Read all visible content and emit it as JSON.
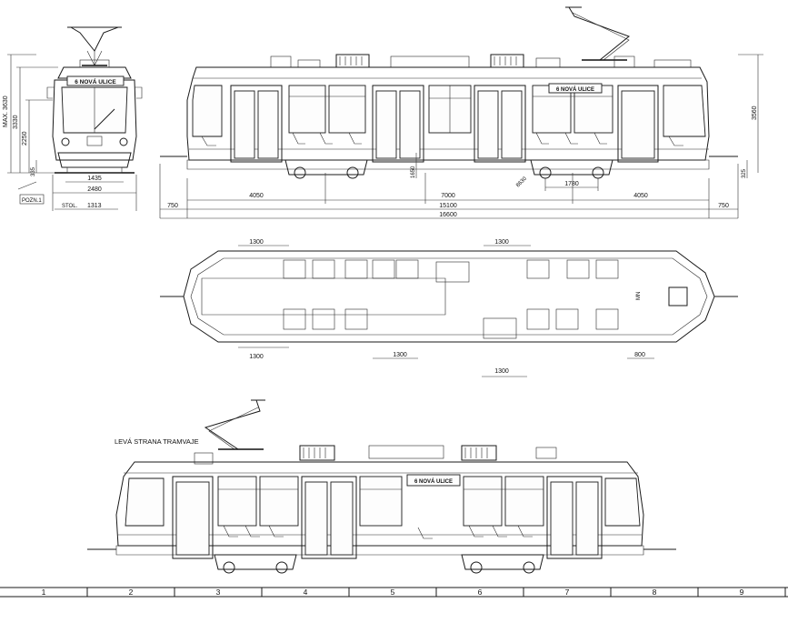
{
  "front_view": {
    "dest_sign": "6 NOVÁ ULICE",
    "dims": {
      "max_height": "MAX. 3630",
      "h3330": "3330",
      "h2250": "2250",
      "h335": "335",
      "w1435": "1435",
      "w2480": "2480",
      "w1313": "1313"
    },
    "label_pozn": "POZN.1",
    "label_stol": "STOL."
  },
  "side_view": {
    "dest_sign": "6 NOVÁ ULICE",
    "dims": {
      "d4050a": "4050",
      "d7000": "7000",
      "d4050b": "4050",
      "d750a": "750",
      "d750b": "750",
      "d15100": "15100",
      "d16600": "16600",
      "d1780": "1780",
      "d3560": "3560",
      "d325": "325",
      "d1650": "1650",
      "d8630": "8630"
    }
  },
  "plan_view": {
    "dims": {
      "t1300a": "1300",
      "t1300b": "1300",
      "b1300a": "1300",
      "b1300b": "1300",
      "b1300c": "1300",
      "b800": "800",
      "mn": "MN"
    }
  },
  "left_view": {
    "title": "LEVÁ STRANA TRAMVAJE",
    "dest_sign": "6 NOVÁ ULICE"
  },
  "scale": {
    "labels": [
      "1",
      "2",
      "3",
      "4",
      "5",
      "6",
      "7",
      "8",
      "9"
    ]
  }
}
